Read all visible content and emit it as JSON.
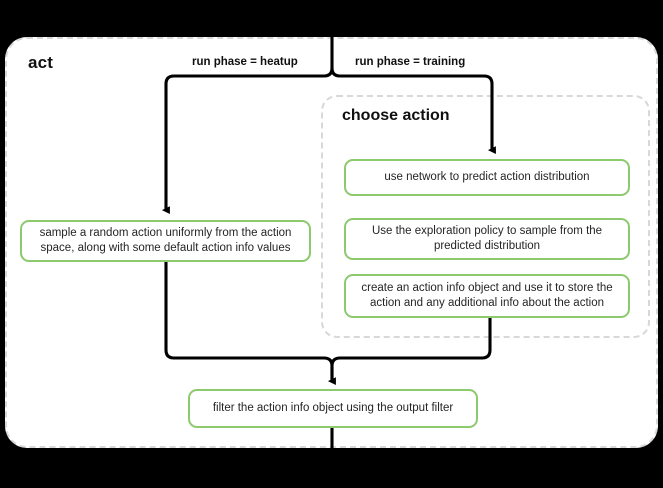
{
  "diagram": {
    "type": "flowchart",
    "title": "act",
    "outer_container": {
      "label": "act",
      "border_style": "dashed",
      "border_color": "#d8d8d8"
    },
    "inner_container": {
      "label": "choose action",
      "border_style": "dashed",
      "border_color": "#d8d8d8"
    },
    "colors": {
      "node_border": "#8dc96d",
      "node_fill": "#ffffff",
      "edge": "#000000",
      "container_border": "#d8d8d8",
      "background": "#000000",
      "canvas": "#ffffff",
      "text": "#252525"
    },
    "edge_labels": {
      "heatup": "run phase = heatup",
      "training": "run phase = training"
    },
    "nodes": [
      {
        "id": "heatup-sample",
        "text": "sample a random action uniformly from the action space, along with some default action info values",
        "branch": "heatup"
      },
      {
        "id": "use-network",
        "text": "use network to predict action distribution",
        "branch": "training"
      },
      {
        "id": "exploration-policy",
        "text": "Use the exploration policy to sample from the predicted distribution",
        "branch": "training"
      },
      {
        "id": "create-action-info",
        "text": "create an action info object and use it to store the action and any additional info about the action",
        "branch": "training"
      },
      {
        "id": "filter-output",
        "text": "filter the action info object using the output filter",
        "branch": "merged"
      }
    ]
  }
}
